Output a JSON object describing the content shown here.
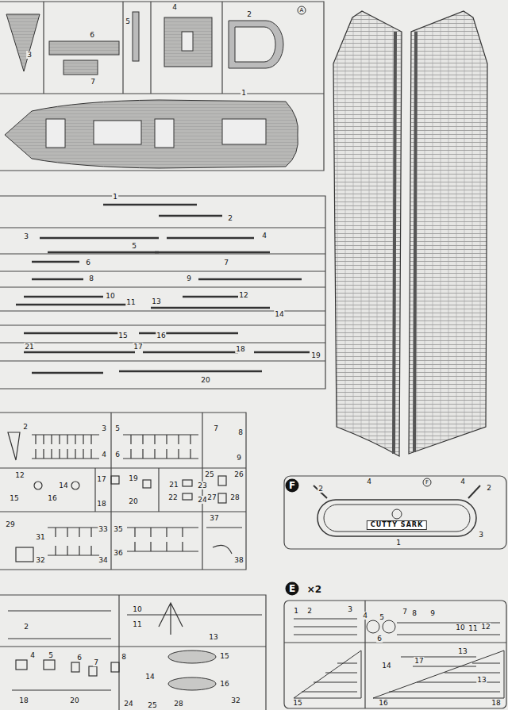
{
  "diagram": {
    "labels": [
      "3",
      "6",
      "7",
      "5",
      "4",
      "2",
      "A",
      "1",
      "1",
      "2",
      "3",
      "4",
      "5",
      "6",
      "7",
      "8",
      "9",
      "10",
      "11",
      "12",
      "13",
      "14",
      "15",
      "16",
      "17",
      "18",
      "19",
      "20",
      "21",
      "2",
      "3",
      "4",
      "5",
      "6",
      "7",
      "8",
      "9",
      "12",
      "14",
      "15",
      "16",
      "17",
      "18",
      "19",
      "20",
      "21",
      "22",
      "23",
      "24",
      "25",
      "26",
      "27",
      "28",
      "29",
      "31",
      "32",
      "33",
      "34",
      "35",
      "36",
      "37",
      "38",
      "2",
      "10",
      "11",
      "13",
      "14",
      "15",
      "16",
      "4",
      "5",
      "6",
      "7",
      "8",
      "18",
      "20",
      "24",
      "25",
      "28",
      "32",
      "F",
      "2",
      "4",
      "F",
      "4",
      "2",
      "CUTTY SARK",
      "1",
      "3",
      "E",
      "×2",
      "1",
      "2",
      "3",
      "7",
      "8",
      "9",
      "4",
      "5",
      "6",
      "10",
      "11",
      "12",
      "13",
      "14",
      "15",
      "16",
      "17",
      "13",
      "18"
    ]
  }
}
